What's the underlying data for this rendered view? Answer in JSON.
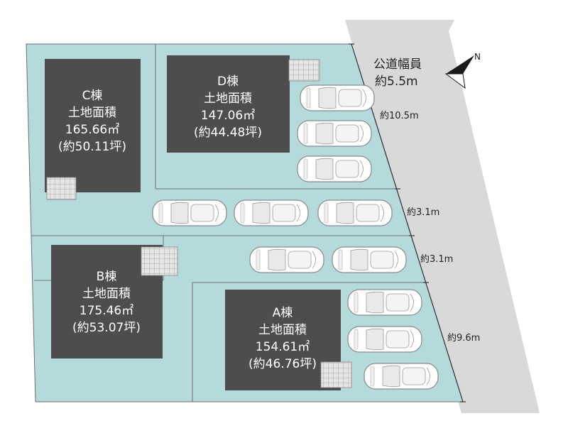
{
  "road": {
    "label_line1": "公道幅員",
    "label_line2": "約5.5m"
  },
  "compass": {
    "north": "N"
  },
  "dimensions": {
    "d1": "約10.5m",
    "d2": "約3.1m",
    "d3": "約3.1m",
    "d4": "約9.6m"
  },
  "lots": {
    "c": {
      "name": "C棟",
      "caption": "土地面積",
      "area": "165.66㎡",
      "tsubo": "(約50.11坪)"
    },
    "d": {
      "name": "D棟",
      "caption": "土地面積",
      "area": "147.06㎡",
      "tsubo": "(約44.48坪)"
    },
    "b": {
      "name": "B棟",
      "caption": "土地面積",
      "area": "175.46㎡",
      "tsubo": "(約53.07坪)"
    },
    "a": {
      "name": "A棟",
      "caption": "土地面積",
      "area": "154.61㎡",
      "tsubo": "(約46.76坪)"
    }
  },
  "colors": {
    "lot_fill": "#b5dadc",
    "building": "#4d4d4d",
    "road": "#d9d9d9",
    "line": "#666666"
  }
}
